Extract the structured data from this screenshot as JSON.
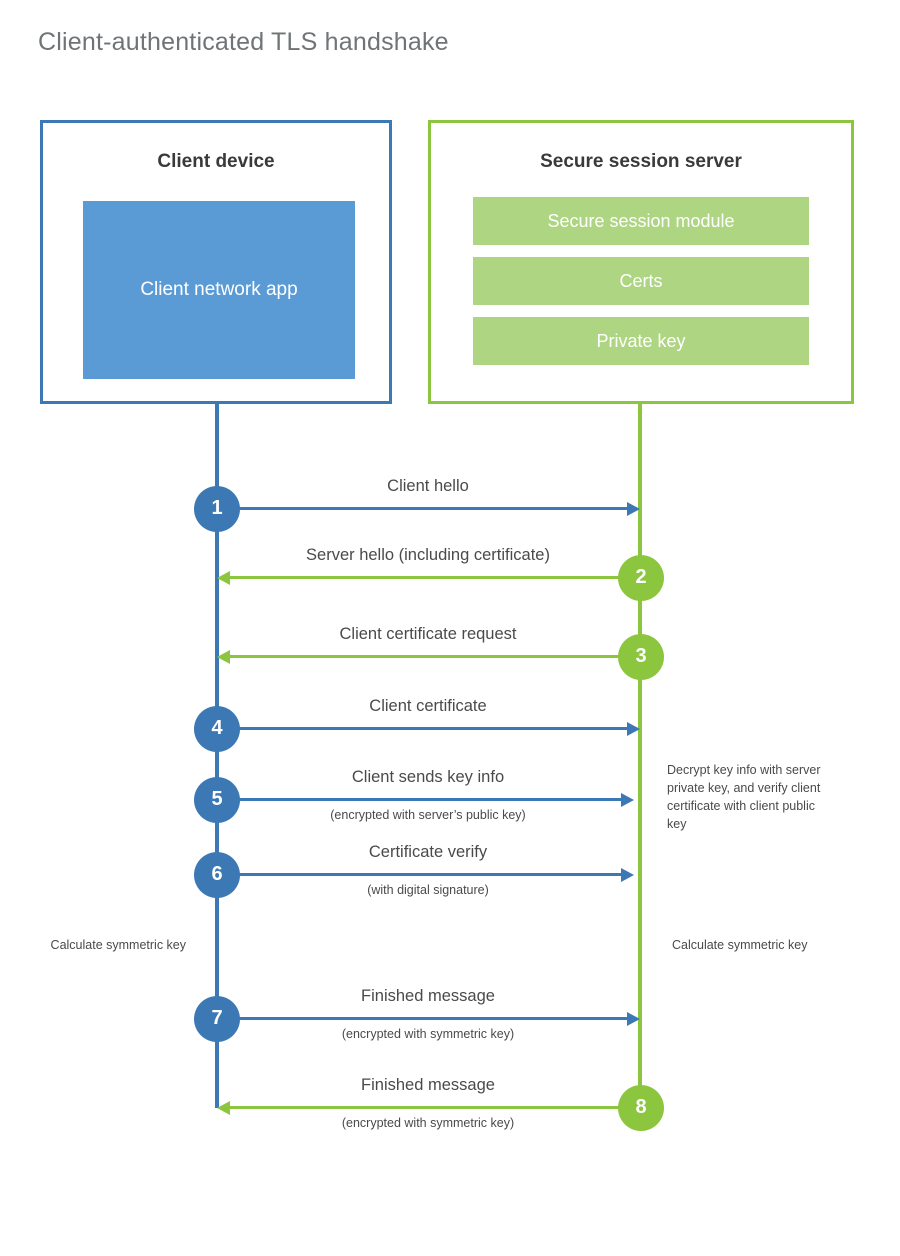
{
  "title": "Client-authenticated TLS handshake",
  "colors": {
    "client_blue": "#3C78B4",
    "client_app_fill": "#5B9BD5",
    "server_green": "#8CC63E",
    "server_bar_fill": "#AED581",
    "title_gray": "#6F7477",
    "text_gray": "#4A4A4A"
  },
  "client": {
    "title": "Client device",
    "app_label": "Client network app"
  },
  "server": {
    "title": "Secure session server",
    "bars": [
      {
        "label": "Secure session module"
      },
      {
        "label": "Certs"
      },
      {
        "label": "Private key"
      }
    ]
  },
  "messages": [
    {
      "step": "1",
      "label": "Client hello",
      "sublabel": "",
      "direction": "to-server",
      "origin": "client"
    },
    {
      "step": "2",
      "label": "Server hello (including certificate)",
      "sublabel": "",
      "direction": "to-client",
      "origin": "server"
    },
    {
      "step": "3",
      "label": "Client certificate request",
      "sublabel": "",
      "direction": "to-client",
      "origin": "server"
    },
    {
      "step": "4",
      "label": "Client certificate",
      "sublabel": "",
      "direction": "to-server",
      "origin": "client"
    },
    {
      "step": "5",
      "label": "Client sends key info",
      "sublabel": "(encrypted with server’s public key)",
      "direction": "to-server",
      "origin": "client"
    },
    {
      "step": "6",
      "label": "Certificate verify",
      "sublabel": "(with digital signature)",
      "direction": "to-server",
      "origin": "client"
    },
    {
      "step": "7",
      "label": "Finished message",
      "sublabel": "(encrypted with symmetric key)",
      "direction": "to-server",
      "origin": "client"
    },
    {
      "step": "8",
      "label": "Finished message",
      "sublabel": "(encrypted with symmetric key)",
      "direction": "to-client",
      "origin": "server"
    }
  ],
  "annotations": {
    "server_decrypt": "Decrypt key info with server private key, and verify client certificate with client public key",
    "client_calculate": "Calculate symmetric key",
    "server_calculate": "Calculate symmetric key"
  }
}
